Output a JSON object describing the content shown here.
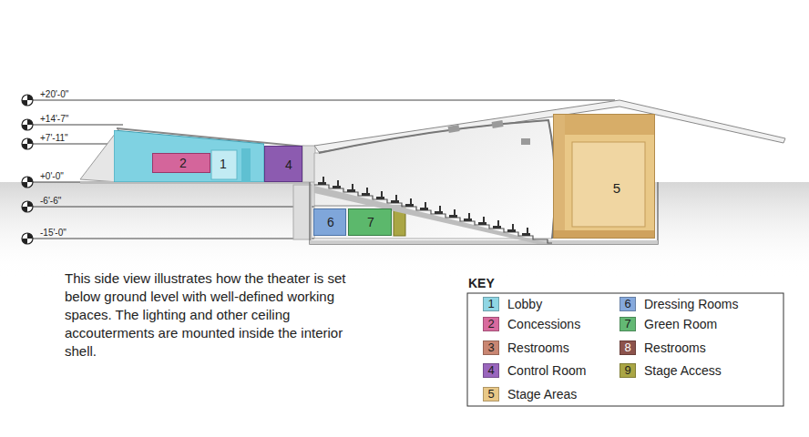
{
  "diagram": {
    "caption": "This side view illustrates how the theater is set below ground level with well-defined working spaces. The lighting and other ceiling accouterments are mounted inside the interior shell.",
    "nodes": [
      {
        "text": [
          "1"
        ]
      },
      {
        "text": [
          "2"
        ],
        "in": 0
      },
      {
        "text": [
          "4"
        ]
      },
      {
        "text": [
          "5"
        ]
      },
      {
        "text": [
          "6"
        ]
      },
      {
        "text": [
          "7"
        ]
      }
    ],
    "labels": [
      "+20'-0\"",
      "+14'-7\"",
      "+7'-11\"",
      "+0'-0\"",
      "-6'-6\"",
      "-15'-0\"",
      "KEY",
      "1",
      "2",
      "3",
      "4",
      "5",
      "6",
      "7",
      "8",
      "9"
    ],
    "legend": [
      {
        "text": "Lobby",
        "color": "#8fd6e4"
      },
      {
        "text": "Concessions",
        "color": "#d86a9e"
      },
      {
        "text": "Restrooms",
        "color": "#c98672"
      },
      {
        "text": "Control Room",
        "color": "#9a66bd"
      },
      {
        "text": "Stage Areas",
        "color": "#e9c887"
      },
      {
        "text": "Dressing Rooms",
        "color": "#86a9dc"
      },
      {
        "text": "Green Room",
        "color": "#63b874"
      },
      {
        "text": "Restrooms",
        "color": "#8c534c"
      },
      {
        "text": "Stage Access",
        "color": "#aaa645"
      }
    ]
  }
}
